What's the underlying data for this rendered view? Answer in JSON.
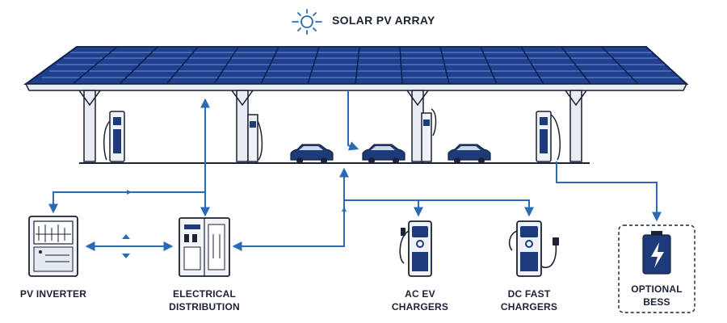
{
  "title": "SOLAR PV ARRAY",
  "labels": {
    "pv_inverter": "PV INVERTER",
    "electrical_distribution_1": "ELECTRICAL",
    "electrical_distribution_2": "DISTRIBUTION",
    "ac_ev_chargers_1": "AC EV",
    "ac_ev_chargers_2": "CHARGERS",
    "dc_fast_chargers_1": "DC FAST",
    "dc_fast_chargers_2": "CHARGERS",
    "optional_bess_1": "OPTIONAL",
    "optional_bess_2": "BESS"
  },
  "icons": {
    "sun": "sun-icon",
    "lightning": "lightning-bolt-icon"
  },
  "colors": {
    "panel": "#1f3f8f",
    "panel_light": "#3a63b8",
    "frame": "#142a5c",
    "flow": "#2a6bb5",
    "outline": "#1a2233",
    "charger_body": "#1d3a7a"
  }
}
